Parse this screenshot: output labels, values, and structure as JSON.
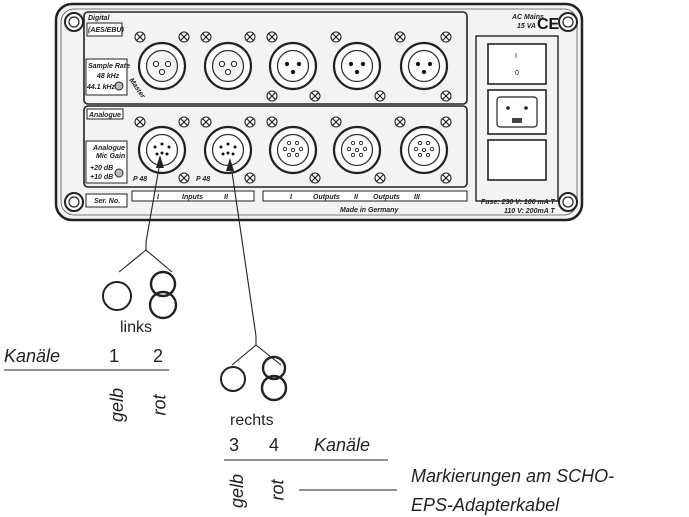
{
  "panel": {
    "digital_label": "Digital",
    "digital_sub": "(AES/EBU)",
    "sample_rate_title": "Sample Rate",
    "sample_rate_48": "48 kHz",
    "sample_rate_441": "44.1 kHz",
    "master_label": "Master",
    "analogue_label": "Analogue",
    "mic_gain_line1": "Analogue",
    "mic_gain_line2": "Mic Gain",
    "mic_gain_20": "+20 dB",
    "mic_gain_10": "+10 dB",
    "p48_left": "P 48",
    "p48_right": "P 48",
    "ser_no": "Ser. No.",
    "inputs_i": "I",
    "inputs_label": "Inputs",
    "inputs_ii": "II",
    "outputs_i": "I",
    "outputs_label_1": "Outputs",
    "outputs_ii": "II",
    "outputs_label_2": "Outputs",
    "outputs_iii": "III",
    "made_in": "Made in Germany",
    "ac_mains": "AC Mains",
    "ac_va": "15 VA",
    "ce_mark": "CE",
    "switch_on": "I",
    "switch_off": "0",
    "fuse_line1": "Fuse: 230 V: 100 mA T",
    "fuse_line2": "110 V: 200mA T"
  },
  "left_marker": {
    "glyph_ring": "○",
    "glyph_double": "8",
    "side": "links",
    "channels_word": "Kanäle",
    "ch1": "1",
    "ch2": "2",
    "color1": "gelb",
    "color2": "rot"
  },
  "right_marker": {
    "glyph_ring": "○",
    "glyph_double": "8",
    "side": "rechts",
    "ch3": "3",
    "ch4": "4",
    "channels_word": "Kanäle",
    "color1": "gelb",
    "color2": "rot"
  },
  "note": {
    "line1": "Markierungen am SCHO-",
    "line2": "EPS-Adapterkabel"
  }
}
